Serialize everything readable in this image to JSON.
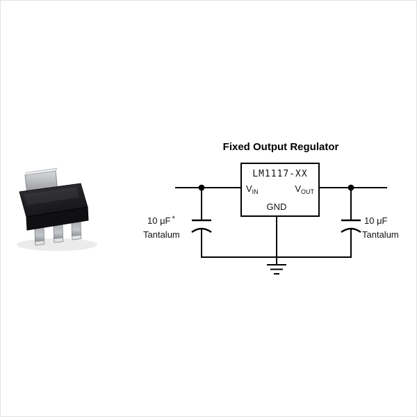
{
  "title": "Fixed Output Regulator",
  "ic": {
    "part_number": "LM1117-XX",
    "pins": {
      "vin": {
        "letter": "V",
        "sub": "IN"
      },
      "vout": {
        "letter": "V",
        "sub": "OUT"
      },
      "gnd": "GND"
    }
  },
  "capacitors": {
    "input": {
      "value": "10 μF",
      "note_marker": "*",
      "type": "Tantalum"
    },
    "output": {
      "value": "10 μF",
      "type": "Tantalum"
    }
  },
  "images": {
    "component_photo": "sot-223-surface-mount-package"
  },
  "colors": {
    "background": "#ffffff",
    "wire": "#000000",
    "chip_body": "#1f1f22",
    "chip_leads": "#b9bcc0"
  }
}
